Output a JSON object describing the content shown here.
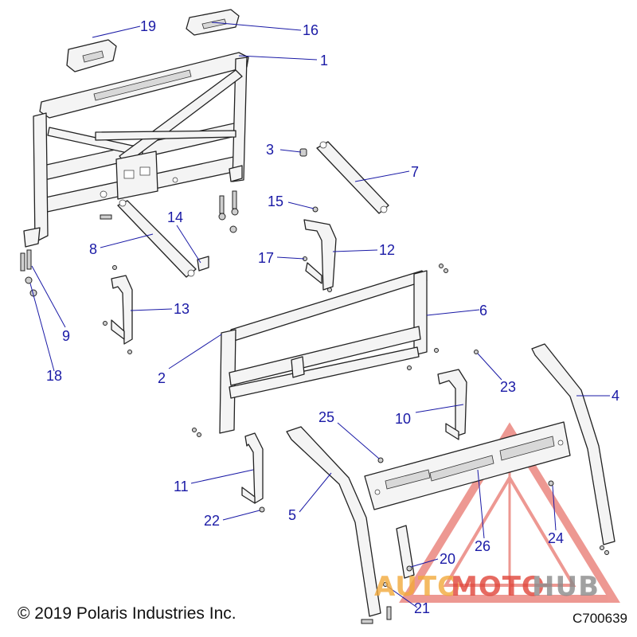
{
  "callouts": [
    "1",
    "2",
    "3",
    "4",
    "5",
    "6",
    "7",
    "8",
    "9",
    "10",
    "11",
    "12",
    "13",
    "14",
    "15",
    "16",
    "17",
    "18",
    "19",
    "20",
    "21",
    "22",
    "23",
    "24",
    "25",
    "26"
  ],
  "copyright": "© 2019 Polaris Industries Inc.",
  "figure_id": "C700639",
  "watermark": {
    "text_part1": "AUTO",
    "text_part2": "MOTO",
    "text_part3": "HUB",
    "color_orange": "#f2a93b",
    "color_red": "#e0453a",
    "color_gray": "#8a8a8a"
  },
  "colors": {
    "callout_blue": "#1a1aa6",
    "line_art": "#222222"
  }
}
